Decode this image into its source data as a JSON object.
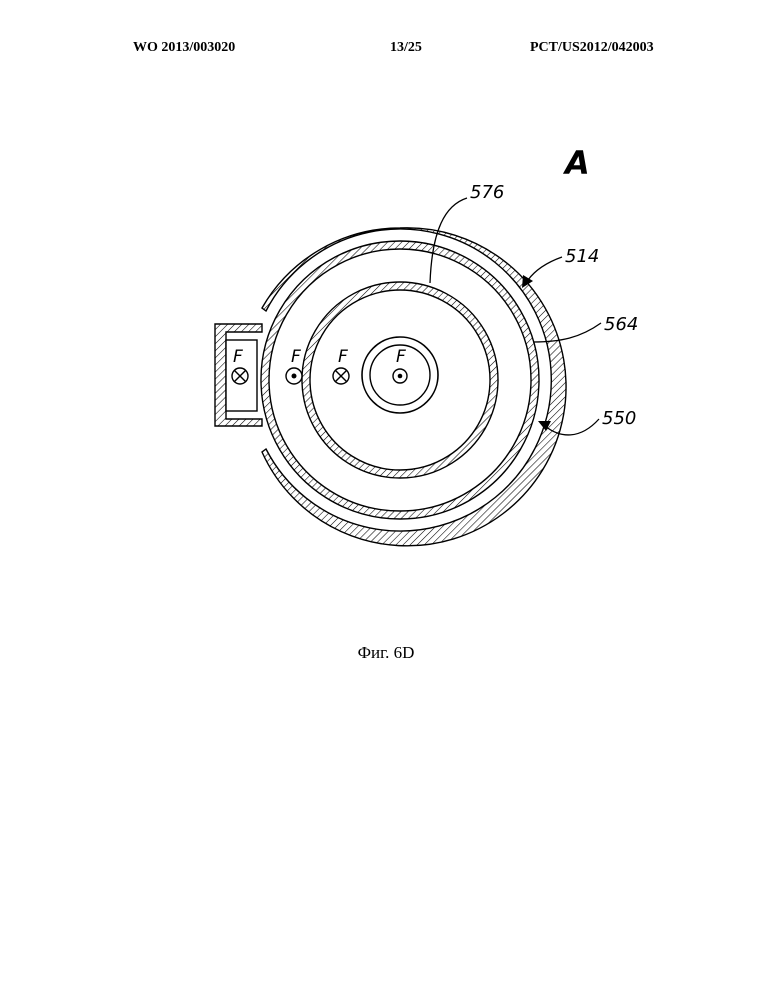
{
  "header": {
    "publication_number": "WO 2013/003020",
    "sheet": "13/25",
    "application_number": "PCT/US2012/042003"
  },
  "figure": {
    "view_label": "A",
    "flow_symbol_label": "F",
    "reference_numerals": {
      "r576": "576",
      "r514": "514",
      "r564": "564",
      "r550": "550"
    },
    "caption": "Фиг. 6D"
  }
}
